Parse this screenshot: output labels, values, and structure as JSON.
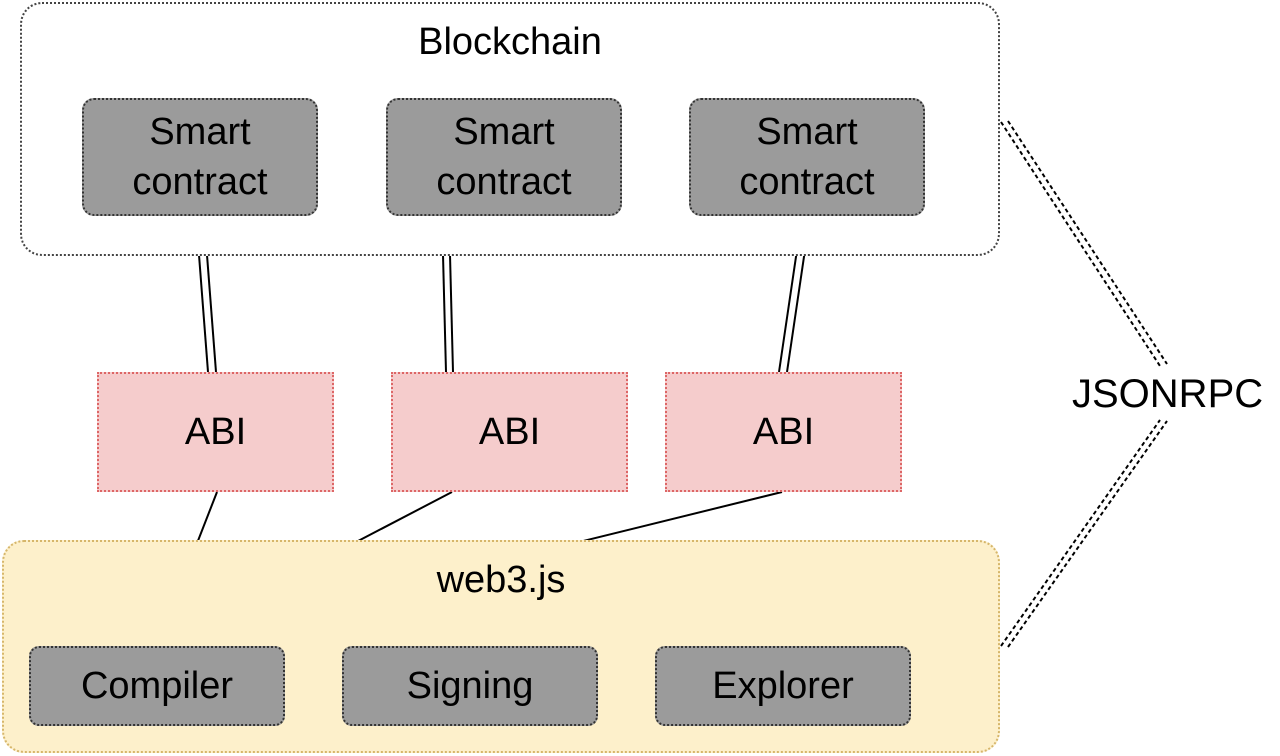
{
  "blockchain": {
    "title": "Blockchain"
  },
  "contracts": [
    "Smart\ncontract",
    "Smart\ncontract",
    "Smart\ncontract"
  ],
  "abis": [
    "ABI",
    "ABI",
    "ABI"
  ],
  "web3": {
    "title": "web3.js",
    "tools": [
      "Compiler",
      "Signing",
      "Explorer"
    ]
  },
  "connection_label": "JSONRPC",
  "colors": {
    "contract_fill": "#9b9b9b",
    "abi_fill": "#f5cccc",
    "web3_fill": "#fdf0cb"
  }
}
